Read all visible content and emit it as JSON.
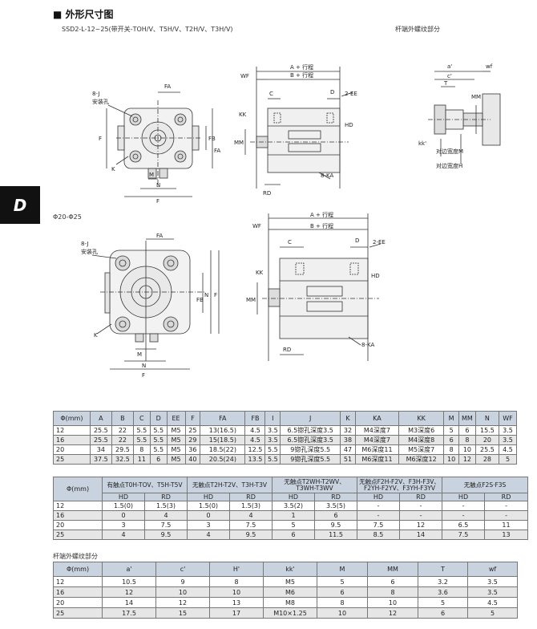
{
  "header": {
    "title": "外形尺寸图",
    "subtitle": "SSD2-L-12~25(带开关-TOH/V、T5H/V、T2H/V、T3H/V)",
    "rod_thread_title": "杆端外螺纹部分"
  },
  "side_tab": {
    "letter": "D"
  },
  "section2": {
    "label": "Φ20-Φ25"
  },
  "drawing_labels": {
    "a_plus_stroke": "A + 行程",
    "b_plus_stroke": "B + 行程",
    "wf": "WF",
    "c": "C",
    "d": "D",
    "two_ee": "2-EE",
    "kk": "KK",
    "hd": "HD",
    "mm": "MM",
    "rd": "RD",
    "eight_ka": "8-KA",
    "eight_j": "8-J",
    "mount_hole": "安装孔",
    "fa": "FA",
    "fb": "FB",
    "f": "F",
    "k": "K",
    "m": "M",
    "n": "N",
    "a_prime": "a'",
    "c_prime": "c'",
    "t": "T",
    "wf_small": "wf",
    "kk_prime": "kk'",
    "width_m": "对边宽度M",
    "width_h": "对边宽度H"
  },
  "table1": {
    "headers": [
      "Φ(mm)",
      "A",
      "B",
      "C",
      "D",
      "EE",
      "F",
      "FA",
      "FB",
      "I",
      "J",
      "K",
      "KA",
      "KK",
      "M",
      "MM",
      "N",
      "WF"
    ],
    "rows": [
      [
        "12",
        "25.5",
        "22",
        "5.5",
        "5.5",
        "M5",
        "25",
        "13(16.5)",
        "4.5",
        "3.5",
        "6.5锪孔深度3.5",
        "32",
        "M4深度7",
        "M3深度6",
        "5",
        "6",
        "15.5",
        "3.5"
      ],
      [
        "16",
        "25.5",
        "22",
        "5.5",
        "5.5",
        "M5",
        "29",
        "15(18.5)",
        "4.5",
        "3.5",
        "6.5锪孔深度3.5",
        "38",
        "M4深度7",
        "M4深度8",
        "6",
        "8",
        "20",
        "3.5"
      ],
      [
        "20",
        "34",
        "29.5",
        "8",
        "5.5",
        "M5",
        "36",
        "18.5(22)",
        "12.5",
        "5.5",
        "9锪孔深度5.5",
        "47",
        "M6深度11",
        "M5深度7",
        "8",
        "10",
        "25.5",
        "4.5"
      ],
      [
        "25",
        "37.5",
        "32.5",
        "11",
        "6",
        "M5",
        "40",
        "20.5(24)",
        "13.5",
        "5.5",
        "9锪孔深度5.5",
        "51",
        "M6深度11",
        "M6深度12",
        "10",
        "12",
        "28",
        "5"
      ]
    ]
  },
  "table2": {
    "phi": "Φ(mm)",
    "groups": [
      "有触点T0H-TOV、T5H-T5V",
      "无触点T2H-T2V、T3H-T3V",
      "无触点T2WH-T2WV、T3WH-T3WV",
      "无触点F2H-F2V、F3H-F3V、F2YH-F2YV、F3YH-F3YV",
      "无触点F2S·F3S"
    ],
    "sub": [
      "HD",
      "RD"
    ],
    "rows": [
      [
        "12",
        "1.5(0)",
        "1.5(3)",
        "1.5(0)",
        "1.5(3)",
        "3.5(2)",
        "3.5(5)",
        "-",
        "-",
        "-",
        "-"
      ],
      [
        "16",
        "0",
        "4",
        "0",
        "4",
        "1",
        "6",
        "-",
        "-",
        "-",
        "-"
      ],
      [
        "20",
        "3",
        "7.5",
        "3",
        "7.5",
        "5",
        "9.5",
        "7.5",
        "12",
        "6.5",
        "11"
      ],
      [
        "25",
        "4",
        "9.5",
        "4",
        "9.5",
        "6",
        "11.5",
        "8.5",
        "14",
        "7.5",
        "13"
      ]
    ]
  },
  "table3": {
    "caption": "杆端外螺纹部分",
    "headers": [
      "Φ(mm)",
      "a'",
      "c'",
      "H'",
      "kk'",
      "M",
      "MM",
      "T",
      "wf"
    ],
    "rows": [
      [
        "12",
        "10.5",
        "9",
        "8",
        "M5",
        "5",
        "6",
        "3.2",
        "3.5"
      ],
      [
        "16",
        "12",
        "10",
        "10",
        "M6",
        "6",
        "8",
        "3.6",
        "3.5"
      ],
      [
        "20",
        "14",
        "12",
        "13",
        "M8",
        "8",
        "10",
        "5",
        "4.5"
      ],
      [
        "25",
        "17.5",
        "15",
        "17",
        "M10×1.25",
        "10",
        "12",
        "6",
        "5"
      ]
    ]
  }
}
